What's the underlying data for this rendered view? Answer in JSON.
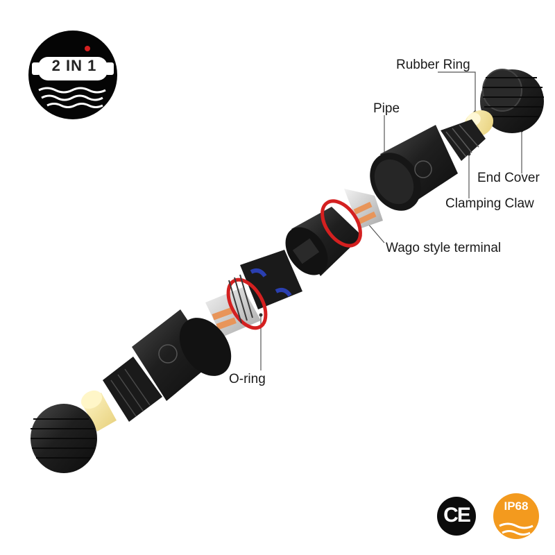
{
  "badge": {
    "text": "2 IN 1",
    "icon": "connector-with-water-waves-icon"
  },
  "labels": {
    "rubber_ring": "Rubber Ring",
    "pipe": "Pipe",
    "end_cover": "End Cover",
    "clamping_claw": "Clamping Claw",
    "wago_terminal": "Wago style terminal",
    "o_ring": "O-ring"
  },
  "certifications": {
    "ce": "CE",
    "ip": "IP68"
  },
  "colors": {
    "plastic_black": "#1c1c1c",
    "o_ring_red": "#d42020",
    "seal_blue": "#2a3fb0",
    "rubber_ring_cream": "#f5e7a0",
    "terminal_orange": "#e8955a",
    "ip_badge_orange": "#f39a1e"
  }
}
